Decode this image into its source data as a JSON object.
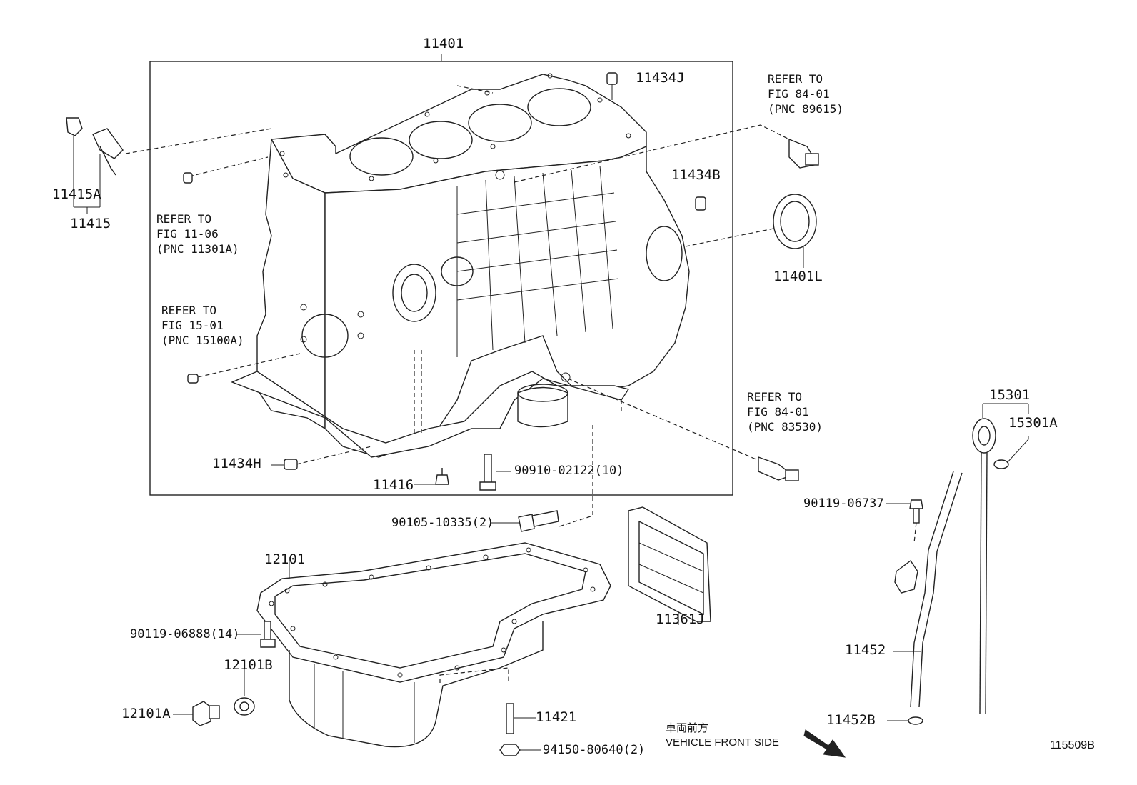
{
  "diagram": {
    "labels": {
      "p11401": "11401",
      "p11434J": "11434J",
      "p11434B": "11434B",
      "p11401L": "11401L",
      "p11415A": "11415A",
      "p11415": "11415",
      "p11434H": "11434H",
      "p11416": "11416",
      "p90910": "90910-02122(10)",
      "p90105": "90105-10335(2)",
      "p12101": "12101",
      "p90119_06888": "90119-06888(14)",
      "p12101B": "12101B",
      "p12101A": "12101A",
      "p11421": "11421",
      "p94150": "94150-80640(2)",
      "p11361J": "11361J",
      "p15301": "15301",
      "p15301A": "15301A",
      "p90119_06737": "90119-06737",
      "p11452": "11452",
      "p11452B": "11452B"
    },
    "refs": {
      "r1": "REFER TO\nFIG 84-01\n(PNC 89615)",
      "r2": "REFER TO\nFIG 11-06\n(PNC 11301A)",
      "r3": "REFER TO\nFIG 15-01\n(PNC 15100A)",
      "r4": "REFER TO\nFIG 84-01\n(PNC 83530)"
    },
    "front_side_jp": "車両前方",
    "front_side_en": "VEHICLE FRONT SIDE",
    "figure_number": "115509B"
  }
}
